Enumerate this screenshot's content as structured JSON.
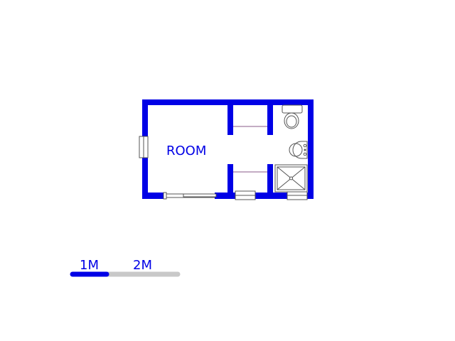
{
  "plan": {
    "room_label": "ROOM",
    "wall_color": "#0000e6",
    "fixture_color": "#555555",
    "icons": [
      "door-swing-icon",
      "window-icon",
      "toilet-icon",
      "basin-icon",
      "shower-icon"
    ]
  },
  "scale": {
    "label_1": "1M",
    "label_2": "2M",
    "primary_color": "#0000e6",
    "secondary_color": "#c8c8c8"
  }
}
